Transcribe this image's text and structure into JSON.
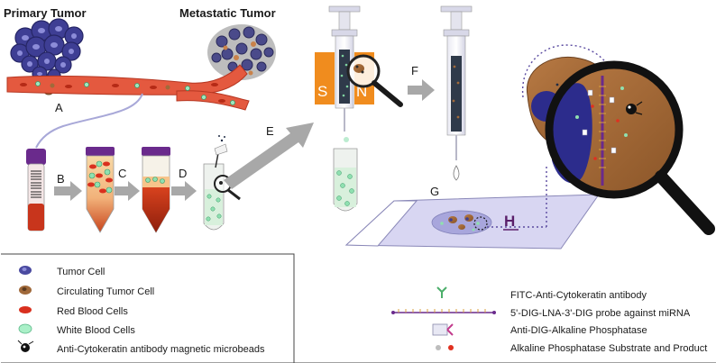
{
  "titles": {
    "primary": "Primary Tumor",
    "metastatic": "Metastatic Tumor"
  },
  "steps": {
    "a": "A",
    "b": "B",
    "c": "C",
    "d": "D",
    "e": "E",
    "f": "F",
    "g": "G",
    "h": "H"
  },
  "magnet_poles": {
    "s": "S",
    "n": "N"
  },
  "legend": {
    "tumor_cell": "Tumor Cell",
    "ctc": "Circulating Tumor Cell",
    "rbc": "Red Blood Cells",
    "wbc": "White Blood Cells",
    "beads": "Anti-Cytokeratin antibody magnetic microbeads",
    "fitc": "FITC-Anti-Cytokeratin antibody",
    "probe": "5'-DIG-LNA-3'-DIG probe against miRNA",
    "ap": "Anti-DIG-Alkaline Phosphatase",
    "substrate": "Alkaline Phosphatase Substrate and Product"
  },
  "colors": {
    "tumor_cell": "#4a4aa0",
    "ctc": "#a0693a",
    "rbc": "#d9301e",
    "wbc": "#7fd3a0",
    "vessel": "#e4593f",
    "arrow": "#a8a8a8",
    "magnet": "#f08c1e",
    "slide": "#d8d6f2",
    "cap": "#6a2a8c"
  }
}
